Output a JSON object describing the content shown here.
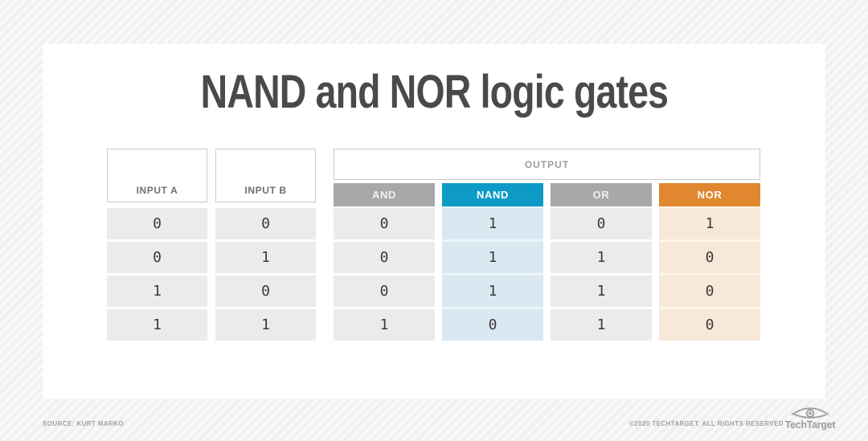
{
  "title": "NAND and NOR logic gates",
  "table": {
    "input_headers": [
      "INPUT A",
      "INPUT B"
    ],
    "output_label": "OUTPUT",
    "output_columns": [
      {
        "label": "AND",
        "style": "gray"
      },
      {
        "label": "NAND",
        "style": "teal"
      },
      {
        "label": "OR",
        "style": "gray"
      },
      {
        "label": "NOR",
        "style": "orange"
      }
    ]
  },
  "chart_data": {
    "type": "table",
    "title": "NAND and NOR logic gates",
    "columns": [
      "INPUT A",
      "INPUT B",
      "AND",
      "NAND",
      "OR",
      "NOR"
    ],
    "column_groups": [
      {
        "label": "OUTPUT",
        "columns": [
          "AND",
          "NAND",
          "OR",
          "NOR"
        ]
      }
    ],
    "rows": [
      [
        "0",
        "0",
        "0",
        "1",
        "0",
        "1"
      ],
      [
        "0",
        "1",
        "0",
        "1",
        "1",
        "0"
      ],
      [
        "1",
        "0",
        "0",
        "1",
        "1",
        "0"
      ],
      [
        "1",
        "1",
        "1",
        "0",
        "1",
        "0"
      ]
    ]
  },
  "footer": {
    "source": "SOURCE: KURT MARKO",
    "copyright": "©2020 TECHTARGET. ALL RIGHTS RESERVED",
    "logo_text": "TechTarget"
  },
  "colors": {
    "nand_header": "#0d9bc6",
    "nor_header": "#e0872f",
    "gray_header": "#a7a8aa",
    "nand_cell": "#d9e8f1",
    "nor_cell": "#f8e8d7",
    "gray_cell": "#ebebec",
    "title_text": "#4a4a4c"
  }
}
